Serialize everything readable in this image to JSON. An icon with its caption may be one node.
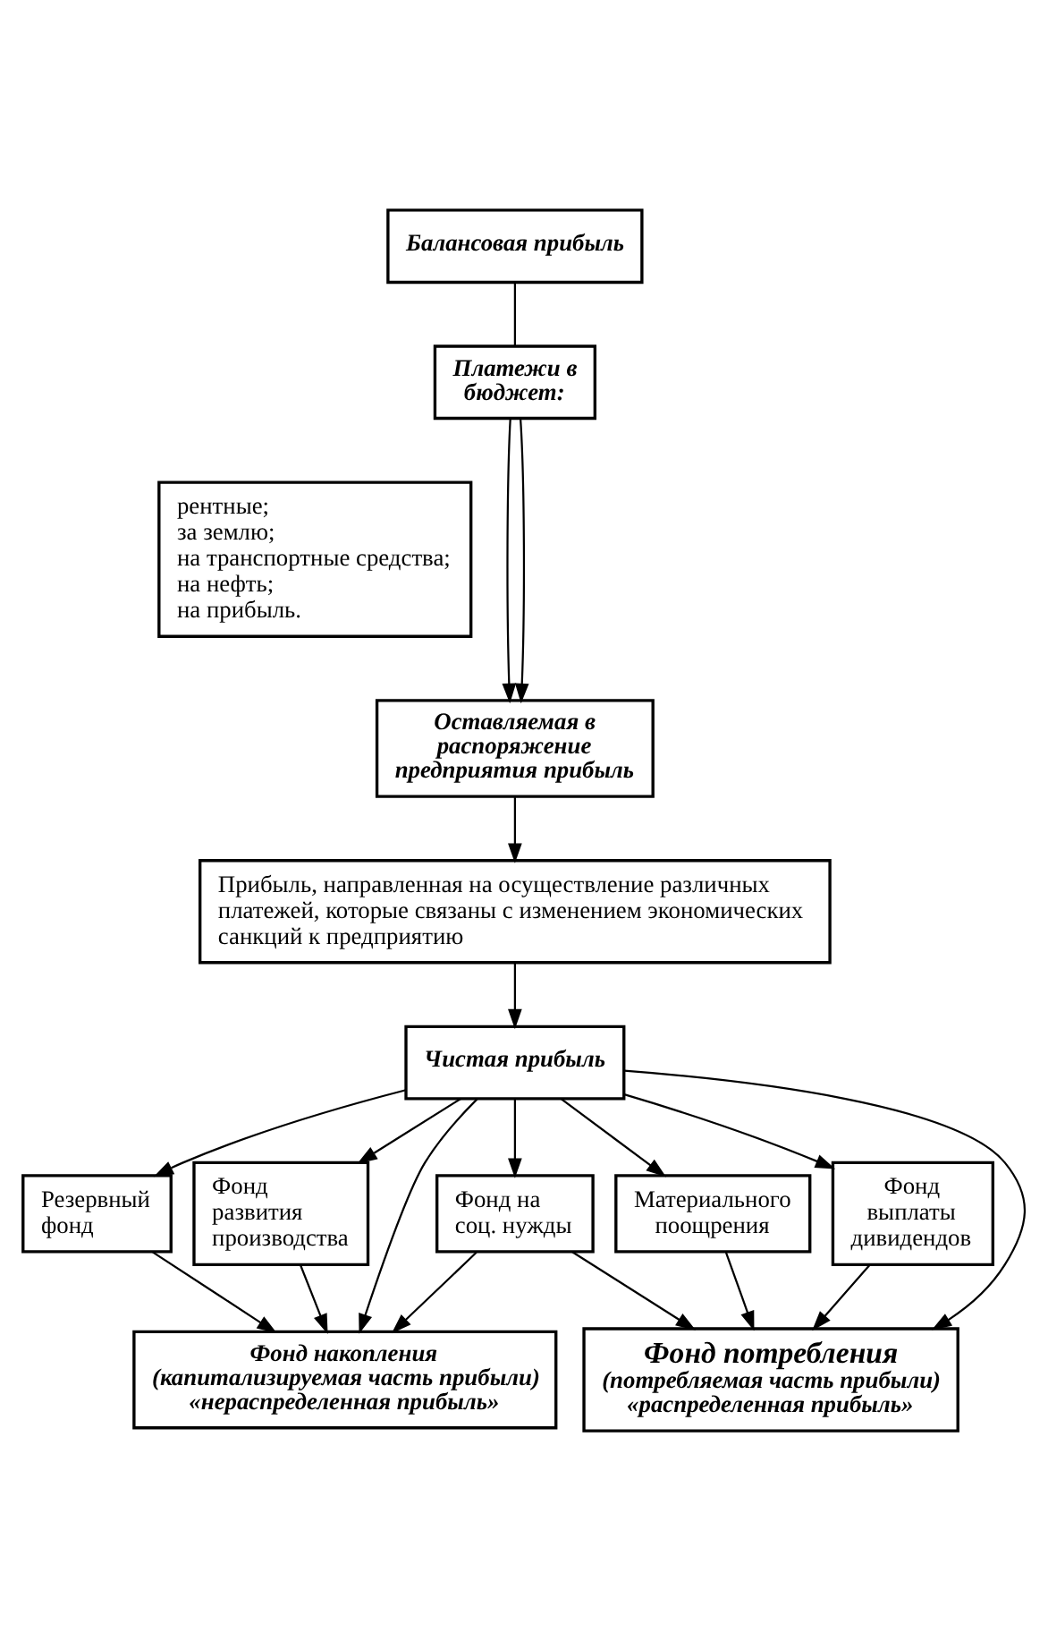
{
  "diagram": {
    "nodes": [
      {
        "text": [
          "Балансовая прибыль"
        ]
      },
      {
        "text": [
          "Платежи в бюджет:"
        ]
      },
      {
        "text": [
          "рентные;",
          "за землю;",
          "на транспортные средства;",
          "на нефть;",
          "на прибыль."
        ]
      },
      {
        "text": [
          "Оставляемая в распоряжение предприятия прибыль"
        ]
      },
      {
        "text": [
          "Прибыль, направленная на осуществление различных платежей, которые связаны с изменением экономических санкций к предприятию"
        ]
      },
      {
        "text": [
          "Чистая прибыль"
        ]
      },
      {
        "text": [
          "Резервный фонд"
        ]
      },
      {
        "text": [
          "Фонд развития производства"
        ]
      },
      {
        "text": [
          "Фонд на соц. нужды"
        ]
      },
      {
        "text": [
          "Материального поощрения"
        ]
      },
      {
        "text": [
          "Фонд выплаты дивидендов"
        ]
      },
      {
        "text": [
          "Фонд накопления",
          "(капитализируемая часть прибыли)",
          "«нераспределенная прибыль»"
        ]
      },
      {
        "text": [
          "Фонд потребления",
          "(потребляемая часть прибыли)",
          "«распределенная прибыль»"
        ]
      }
    ],
    "edges": [
      {
        "from": 0,
        "to": 1,
        "arrow": "none"
      },
      {
        "from": 1,
        "to": 3,
        "arrow": "to"
      },
      {
        "from": 1,
        "to": 3,
        "arrow": "to"
      },
      {
        "from": 3,
        "to": 4,
        "arrow": "to"
      },
      {
        "from": 4,
        "to": 5,
        "arrow": "to"
      },
      {
        "from": 5,
        "to": 11,
        "arrow": "to"
      },
      {
        "from": 5,
        "to": 6,
        "arrow": "to"
      },
      {
        "from": 5,
        "to": 7,
        "arrow": "to"
      },
      {
        "from": 5,
        "to": 8,
        "arrow": "to"
      },
      {
        "from": 5,
        "to": 9,
        "arrow": "to"
      },
      {
        "from": 5,
        "to": 10,
        "arrow": "to"
      },
      {
        "from": 5,
        "to": 12,
        "arrow": "to"
      },
      {
        "from": 6,
        "to": 11,
        "arrow": "to"
      },
      {
        "from": 7,
        "to": 11,
        "arrow": "to"
      },
      {
        "from": 8,
        "to": 11,
        "arrow": "to"
      },
      {
        "from": 8,
        "to": 12,
        "arrow": "to"
      },
      {
        "from": 9,
        "to": 12,
        "arrow": "to"
      },
      {
        "from": 10,
        "to": 12,
        "arrow": "to"
      }
    ]
  }
}
